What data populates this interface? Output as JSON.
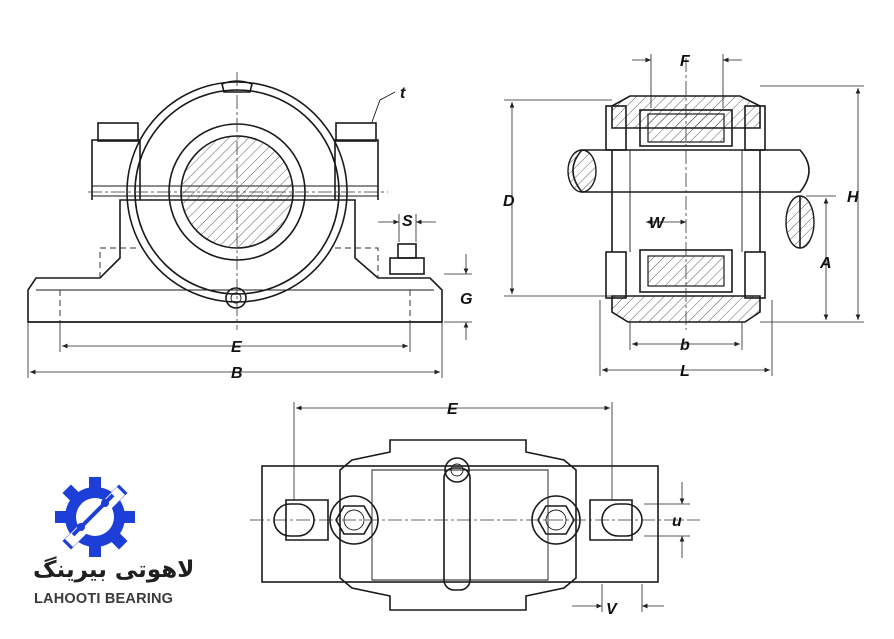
{
  "labels": {
    "t": "t",
    "s": "S",
    "g": "G",
    "e_front": "E",
    "b_front": "B",
    "f": "F",
    "d": "D",
    "h": "H",
    "w": "W",
    "a": "A",
    "b_side": "b",
    "l": "L",
    "e_top": "E",
    "u": "u",
    "v": "V"
  },
  "brand": {
    "name_fa": "لاهوتی بیرینگ",
    "name_en": "LAHOOTI BEARING",
    "color": "#1d3fd8"
  }
}
